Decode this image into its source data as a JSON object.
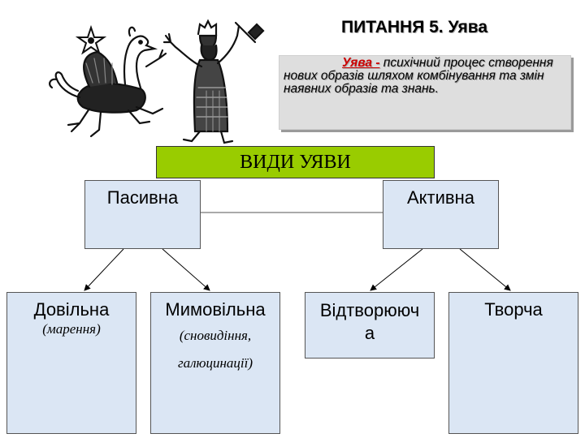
{
  "title": "ПИТАННЯ 5. Уява",
  "definition": {
    "term": "Уява -",
    "text": " психічний процес створення нових образів шляхом комбінування та змін наявних образів та знань."
  },
  "diagram": {
    "header": "ВИДИ УЯВИ",
    "passive": {
      "label": "Пасивна",
      "children": {
        "voluntary": {
          "label": "Довільна",
          "note": "(марення)"
        },
        "involuntary": {
          "label": "Мимовільна",
          "note_line1": "(сновидіння,",
          "note_line2": "галюцинації)"
        }
      }
    },
    "active": {
      "label": "Активна",
      "children": {
        "reproductive": {
          "label_line1": "Відтворююч",
          "label_line2": "а"
        },
        "creative": {
          "label": "Творча"
        }
      }
    }
  },
  "colors": {
    "header_fill": "#99cc00",
    "box_fill": "#dbe6f4",
    "definition_fill": "#dedede",
    "term_color": "#cc0000"
  },
  "illustration": {
    "description_icon": "ancient-relief-griffin-and-warrior-icon"
  }
}
